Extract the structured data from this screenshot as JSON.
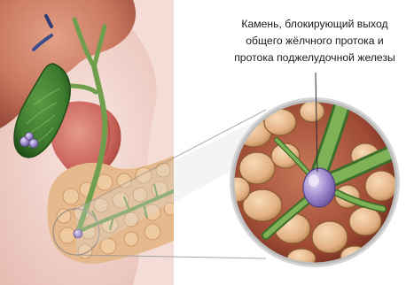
{
  "annotation": {
    "lines": [
      "Камень, блокирующий выход",
      "общего жёлчного протока и",
      "протока поджелудочной железы"
    ]
  },
  "colors": {
    "liver": "#c97860",
    "gallbladder": "#3d7a2e",
    "bile_duct": "#6f9f4c",
    "pancreas": "#e2b083",
    "duodenum": "#c9625a",
    "stone": "#9a86c4",
    "background_tissue": "#f2d8d2"
  },
  "icons": {
    "stone_marker": "gallstone",
    "callout": "magnifier-circle"
  }
}
